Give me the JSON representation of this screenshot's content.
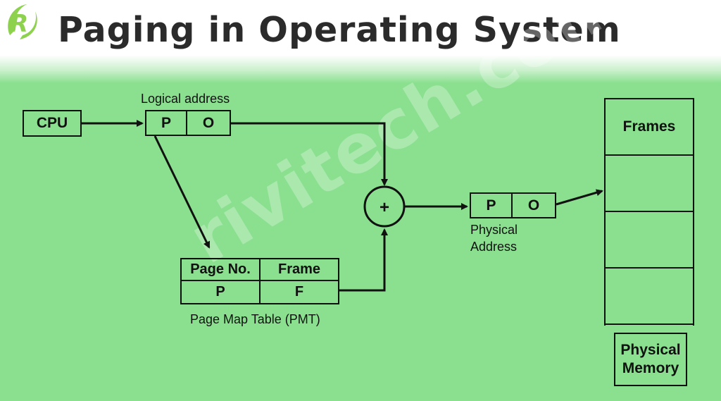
{
  "title": "Paging in Operating System",
  "logo_letter": "R",
  "watermark": "rivitech.com",
  "cpu_label": "CPU",
  "logical_address": {
    "label": "Logical address",
    "page": "P",
    "offset": "O"
  },
  "adder_symbol": "+",
  "physical_address": {
    "label_line1": "Physical",
    "label_line2": "Address",
    "page": "P",
    "offset": "O"
  },
  "pmt": {
    "headers": [
      "Page No.",
      "Frame"
    ],
    "row": [
      "P",
      "F"
    ],
    "caption": "Page Map Table (PMT)"
  },
  "memory": {
    "rows": [
      "Frames",
      "",
      "",
      ""
    ],
    "label_line1": "Physical",
    "label_line2": "Memory"
  },
  "colors": {
    "background": "#8ae08f",
    "line": "#111111",
    "title": "#2b2b2b",
    "logo": "#8ed14f"
  }
}
